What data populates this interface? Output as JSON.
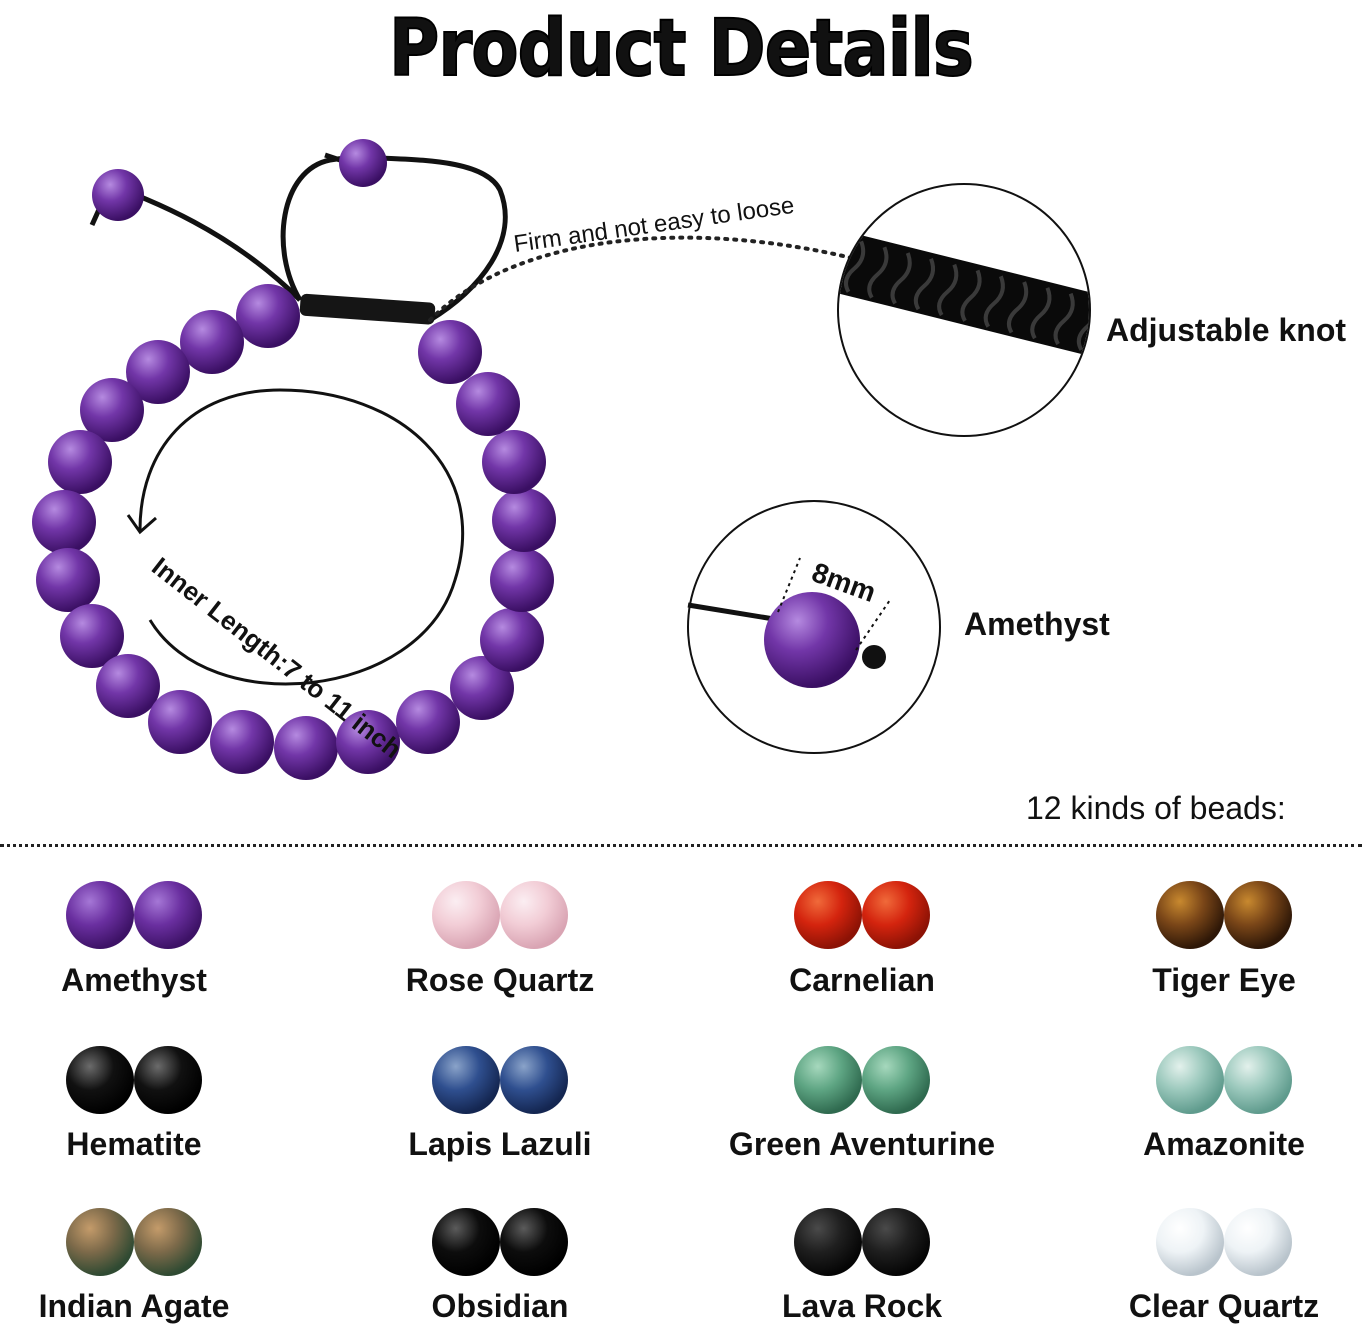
{
  "title": "Product Details",
  "callouts": {
    "firm": "Firm and not easy to loose",
    "adjustable_knot": "Adjustable knot",
    "bead_size": "8mm",
    "material": "Amethyst",
    "inner_length": "Inner Length:7 to 11 inch"
  },
  "kinds_heading": "12 kinds of beads:",
  "beads": [
    {
      "name": "Amethyst",
      "color": "#6a2fa0",
      "light": "#a577d6",
      "dark": "#3d1266"
    },
    {
      "name": "Rose Quartz",
      "color": "#f2cdd6",
      "light": "#fbeef2",
      "dark": "#d9a4b3"
    },
    {
      "name": "Carnelian",
      "color": "#d4240e",
      "light": "#f06a3a",
      "dark": "#8c1205"
    },
    {
      "name": "Tiger Eye",
      "color": "#7a4618",
      "light": "#c8892f",
      "dark": "#2e1707"
    },
    {
      "name": "Hematite",
      "color": "#111111",
      "light": "#6b6b6b",
      "dark": "#000000"
    },
    {
      "name": "Lapis Lazuli",
      "color": "#2f4f8f",
      "light": "#8aa3c9",
      "dark": "#142651"
    },
    {
      "name": "Green Aventurine",
      "color": "#5ea583",
      "light": "#a6d8bd",
      "dark": "#2f6a4f"
    },
    {
      "name": "Amazonite",
      "color": "#9cc9bd",
      "light": "#e3f1ec",
      "dark": "#5f9b8d"
    },
    {
      "name": "Indian Agate",
      "color": "#7d6a4a",
      "light": "#c49b6a",
      "dark": "#2f4a32"
    },
    {
      "name": "Obsidian",
      "color": "#0d0d0d",
      "light": "#5b5b5b",
      "dark": "#000000"
    },
    {
      "name": "Lava Rock",
      "color": "#1f1f1f",
      "light": "#4a4a4a",
      "dark": "#050505"
    },
    {
      "name": "Clear Quartz",
      "color": "#eef3f6",
      "light": "#ffffff",
      "dark": "#b9c4cc"
    }
  ]
}
